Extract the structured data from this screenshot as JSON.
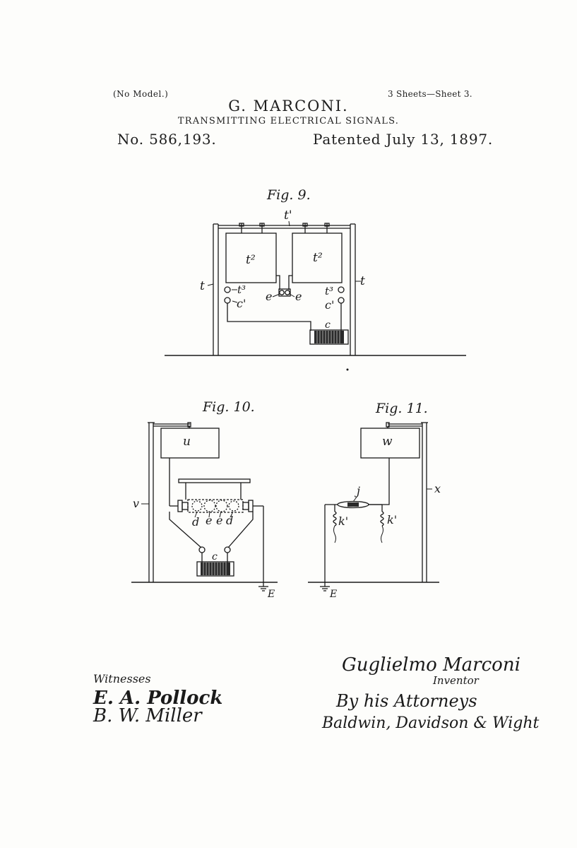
{
  "header": {
    "no_model": "(No Model.)",
    "sheets": "3 Sheets—Sheet 3.",
    "inventor": "G. MARCONI.",
    "title": "TRANSMITTING ELECTRICAL SIGNALS.",
    "patent_number": "No. 586,193.",
    "patent_date": "Patented July 13, 1897."
  },
  "fig9": {
    "caption": "Fig. 9.",
    "labels": {
      "t1": "t'",
      "t2_left": "t²",
      "t2_right": "t²",
      "t_left": "t",
      "t_right": "t",
      "t3_left": "t³",
      "t3_right": "t³",
      "c1_left": "c'",
      "c1_right": "c'",
      "e_left": "e",
      "e_right": "e",
      "c": "c"
    }
  },
  "fig10": {
    "caption": "Fig. 10.",
    "labels": {
      "u": "u",
      "v": "v",
      "d_left": "d",
      "e_left": "e",
      "e_right": "e",
      "d_right": "d",
      "c": "c",
      "E": "E"
    }
  },
  "fig11": {
    "caption": "Fig. 11.",
    "labels": {
      "w": "w",
      "x": "x",
      "j": "j",
      "k_left": "k'",
      "k_right": "k'",
      "E": "E"
    }
  },
  "signatures": {
    "witnesses_label": "Witnesses",
    "witness_1": "E. A. Pollock",
    "witness_2": "B. W. Miller",
    "inventor_signature": "Guglielmo Marconi",
    "inventor_label": "Inventor",
    "attorney_line": "By his Attorneys",
    "attorneys": "Baldwin, Davidson & Wight"
  }
}
